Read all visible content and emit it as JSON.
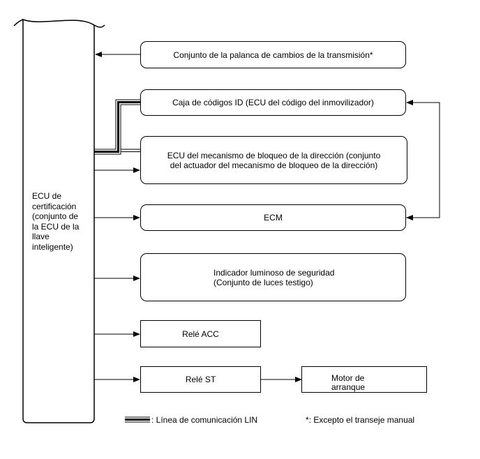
{
  "main_ecu": {
    "label_lines": [
      "ECU de",
      "certificación",
      "(conjunto de",
      "la ECU de la",
      "llave",
      "inteligente)"
    ]
  },
  "components": {
    "shift_lever": {
      "label": "Conjunto de la palanca de cambios de la transmisión*"
    },
    "id_code_box": {
      "label": "Caja de códigos ID (ECU del código del inmovilizador)"
    },
    "steering_lock_ecu": {
      "line1": "ECU del mecanismo de bloqueo de la dirección (conjunto",
      "line2": "del actuador del mecanismo de bloqueo de la dirección)"
    },
    "ecm": {
      "label": "ECM"
    },
    "security_indicator": {
      "line1": "Indicador luminoso de seguridad",
      "line2": "(Conjunto de luces testigo)"
    },
    "acc_relay": {
      "label": "Relé ACC"
    },
    "st_relay": {
      "label": "Relé ST"
    },
    "starter_motor": {
      "line1": "Motor de",
      "line2": "arranque"
    }
  },
  "legend": {
    "lin_line": ": Línea de comunicación LIN",
    "note": "*: Excepto el transeje manual"
  }
}
